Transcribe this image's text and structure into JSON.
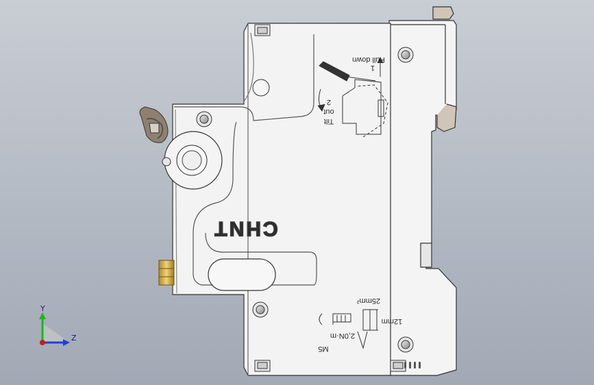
{
  "brand": {
    "logo_text": "CHNT"
  },
  "instructions": {
    "pull_down_number": "1",
    "pull_down_label": "Pull down",
    "tilt_number": "2",
    "tilt_label_line1": "Tilt",
    "tilt_label_line2": "out"
  },
  "spec": {
    "screw_size": "M5",
    "torque": "2,0N·m",
    "cross_section": "25mm²",
    "strip_length": "12mm"
  },
  "axis_triad": {
    "y_label": "Y",
    "z_label": "Z",
    "y_color": "#18b818",
    "z_color": "#1f3fd8",
    "x_color": "#d01818"
  },
  "colors": {
    "body_fill": "#f2f2f2",
    "outline": "#333333",
    "knob": "#8a7a66",
    "terminal": "#d7b24a"
  }
}
